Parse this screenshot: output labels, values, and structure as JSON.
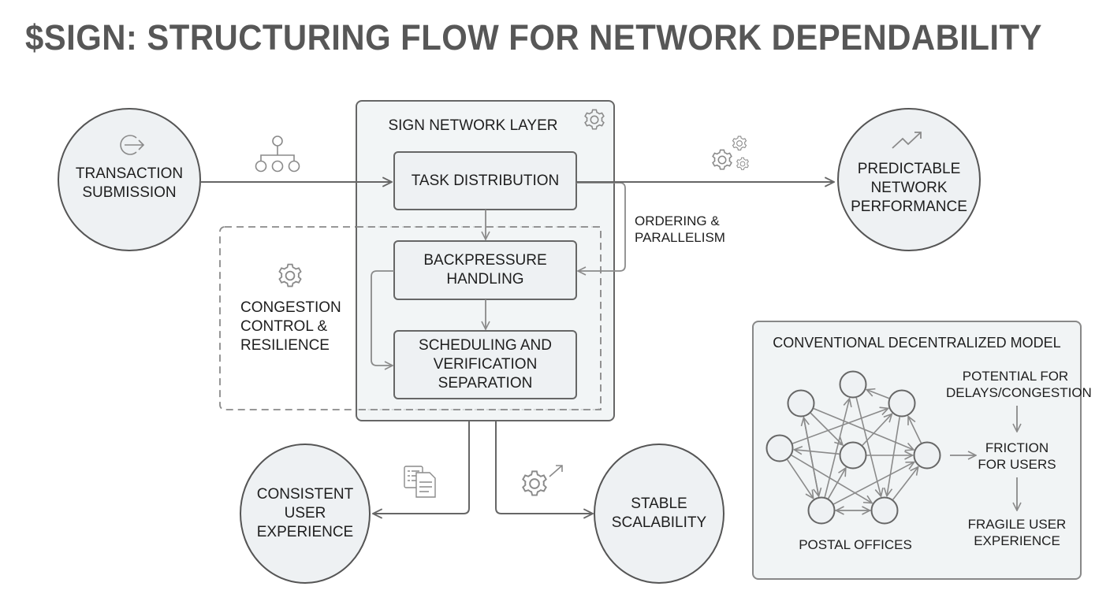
{
  "title": "$SIGN: STRUCTURING FLOW FOR NETWORK DEPENDABILITY",
  "nodes": {
    "transaction_submission": {
      "label": "TRANSACTION\nSUBMISSION",
      "icon": "exit-arrow-icon"
    },
    "predictable_performance": {
      "label": "PREDICTABLE\nNETWORK\nPERFORMANCE",
      "icon": "trending-up-icon"
    },
    "consistent_ux": {
      "label": "CONSISTENT\nUSER\nEXPERIENCE"
    },
    "stable_scalability": {
      "label": "STABLE\nSCALABILITY"
    }
  },
  "sign_layer": {
    "title": "SIGN NETWORK LAYER",
    "icon": "gear-icon",
    "boxes": [
      {
        "label": "TASK DISTRIBUTION"
      },
      {
        "label": "BACKPRESSURE\nHANDLING"
      },
      {
        "label": "SCHEDULING AND\nVERIFICATION\nSEPARATION"
      }
    ]
  },
  "congestion": {
    "label": "CONGESTION\nCONTROL &\nRESILIENCE",
    "icon": "gear-icon"
  },
  "ordering_label": "ORDERING &\nPARALLELISM",
  "edge_icons": {
    "submission_to_layer": "hierarchy-icon",
    "layer_to_performance": "gears-icon",
    "layer_to_ux": "documents-icon",
    "layer_to_scalability": "gear-arrow-icon"
  },
  "conventional": {
    "title": "CONVENTIONAL DECENTRALIZED MODEL",
    "network_label": "POSTAL OFFICES",
    "flow": [
      "POTENTIAL FOR\nDELAYS/CONGESTION",
      "FRICTION\nFOR USERS",
      "FRAGILE USER\nEXPERIENCE"
    ]
  },
  "colors": {
    "title": "#575757",
    "stroke": "#666666",
    "light_stroke": "#8a8a8a",
    "fill": "#eef1f3",
    "text": "#1e1e1e"
  }
}
